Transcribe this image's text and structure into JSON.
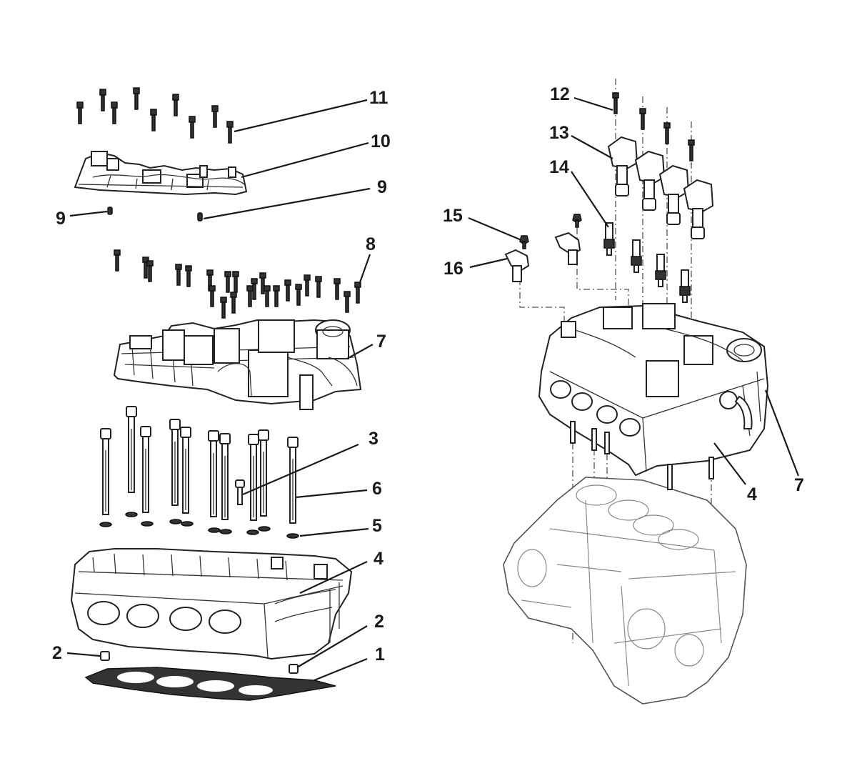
{
  "labels": {
    "c1": "1",
    "c2a": "2",
    "c2b": "2",
    "c3": "3",
    "c4a": "4",
    "c4b": "4",
    "c5": "5",
    "c6": "6",
    "c7a": "7",
    "c7b": "7",
    "c8": "8",
    "c9a": "9",
    "c9b": "9",
    "c10": "10",
    "c11": "11",
    "c12": "12",
    "c13": "13",
    "c14": "14",
    "c15": "15",
    "c16": "16"
  }
}
